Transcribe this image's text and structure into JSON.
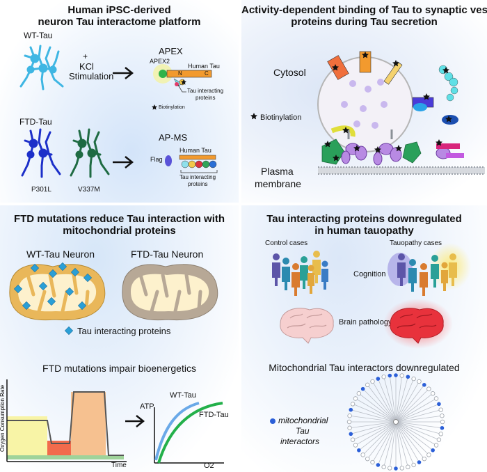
{
  "top_left": {
    "title_line1": "Human iPSC-derived",
    "title_line2": "neuron Tau interactome platform",
    "wt_tau": "WT-Tau",
    "plus": "+",
    "kcl": "KCl",
    "stimulation": "Stimulation",
    "apex": "APEX",
    "apex2": "APEX2",
    "human_tau_1": "Human Tau",
    "n_label": "N",
    "c_label": "C",
    "tip_1_line1": "Tau interacting",
    "tip_1_line2": "proteins",
    "biotinylation": "Biotinylation",
    "ftd_tau": "FTD-Tau",
    "ap_ms": "AP-MS",
    "flag": "Flag",
    "human_tau_2": "Human Tau",
    "tip_2_line1": "Tau interacting",
    "tip_2_line2": "proteins",
    "p301l": "P301L",
    "v337m": "V337M"
  },
  "top_right": {
    "title_line1": "Activity-dependent binding of Tau to synaptic vesicle",
    "title_line2": "proteins during Tau secretion",
    "cytosol": "Cytosol",
    "biotinylation": "Biotinylation",
    "plasma": "Plasma",
    "membrane": "membrane"
  },
  "bottom_left": {
    "title_line1": "FTD mutations reduce Tau interaction with",
    "title_line2": "mitochondrial proteins",
    "wt_neuron": "WT-Tau Neuron",
    "ftd_neuron": "FTD-Tau Neuron",
    "legend": "Tau interacting proteins",
    "bio_title": "FTD mutations impair bioenergetics",
    "ocr_axis": "Oxygen Consumption Rate",
    "time_axis": "Time",
    "atp_axis": "ATP",
    "o2_axis": "O2",
    "wt_curve": "WT-Tau",
    "ftd_curve": "FTD-Tau"
  },
  "bottom_right": {
    "title_line1": "Tau interacting proteins downregulated",
    "title_line2": "in human  tauopathy",
    "control": "Control cases",
    "tauopathy": "Tauopathy cases",
    "cognition": "Cognition",
    "brain_pathology": "Brain pathology",
    "network_title": "Mitochondrial Tau interactors downregulated",
    "legend_line1": "mitochondrial",
    "legend_line2": "Tau",
    "legend_line3": "interactors"
  },
  "colors": {
    "wt_neuron": "#3fb6e3",
    "p301l_neuron": "#1c2fc9",
    "v337m_neuron": "#1f6b43",
    "tau_bar": "#f29a2e",
    "apex2": "#2fb34a",
    "mito_outer_wt": "#e9b75a",
    "mito_outer_ftd": "#b7a896",
    "mito_inner": "#fdf1cd",
    "marker": "#2a9fd6",
    "network_node": "#2b5fd8",
    "ocr_yellow": "#f8f4a6",
    "ocr_red": "#f26b4c",
    "ocr_orange": "#f6c190",
    "ocr_green": "#9fd39a",
    "curve_wt": "#6aa9e8",
    "curve_ftd": "#23b04a"
  }
}
